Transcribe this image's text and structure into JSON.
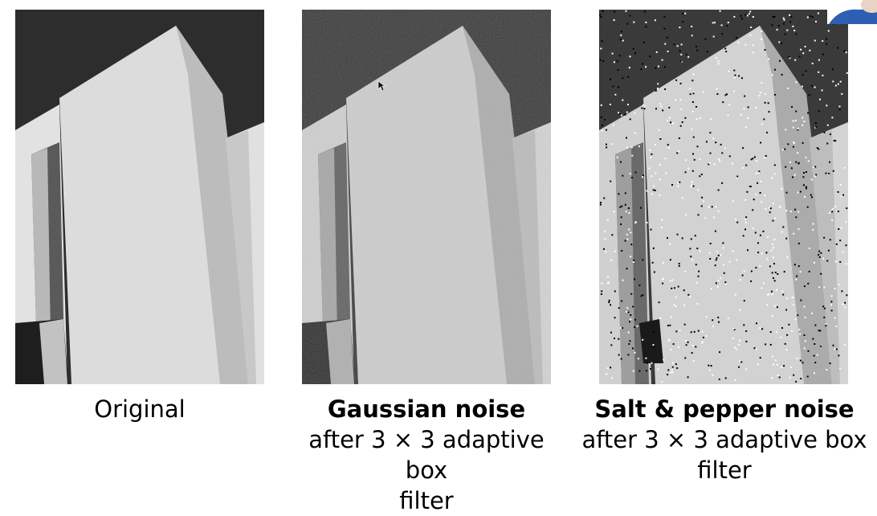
{
  "panels": [
    {
      "id": "original",
      "caption_lines": [
        "Original"
      ]
    },
    {
      "id": "gaussian",
      "title": "Gaussian noise",
      "caption_lines": [
        "after 3 × 3 adaptive box",
        "filter"
      ]
    },
    {
      "id": "saltpepper",
      "title": "Salt & pepper noise",
      "caption_lines": [
        "after 3 × 3 adaptive box",
        "filter"
      ]
    }
  ],
  "colors": {
    "sky": "#2b2b2b",
    "wall": "#d9d9d9",
    "shadow": "#9a9a9a",
    "dark": "#1a1a1a"
  }
}
